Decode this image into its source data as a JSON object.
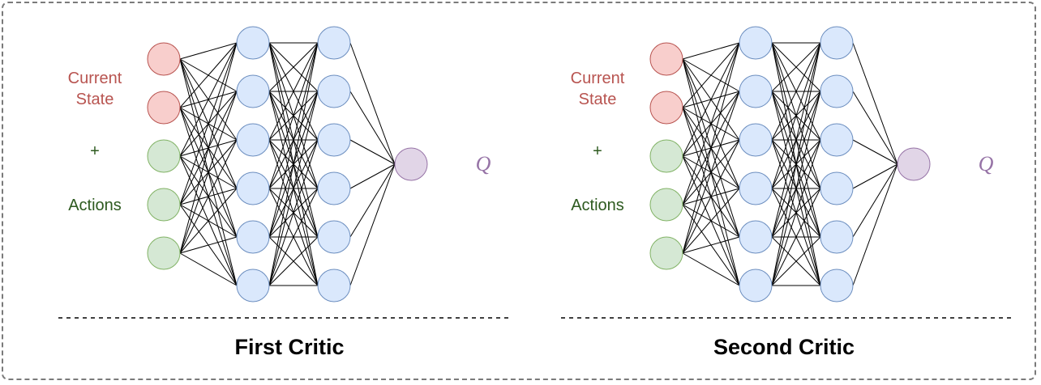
{
  "colors": {
    "state_fill": "#f8cecc",
    "state_stroke": "#b85450",
    "action_fill": "#d5e8d4",
    "action_stroke": "#82b366",
    "hidden_fill": "#dae8fc",
    "hidden_stroke": "#6c8ebf",
    "output_fill": "#e1d5e7",
    "output_stroke": "#9673a6",
    "state_text": "#b85450",
    "action_text": "#2d5a1f",
    "q_text": "#9673a6"
  },
  "critics": [
    {
      "title": "First Critic",
      "state_label_line1": "Current",
      "state_label_line2": "State",
      "plus": "+",
      "actions_label": "Actions",
      "output_label": "Q",
      "layers": {
        "state_nodes": 2,
        "action_nodes": 3,
        "hidden1_nodes": 6,
        "hidden2_nodes": 6,
        "output_nodes": 1
      }
    },
    {
      "title": "Second Critic",
      "state_label_line1": "Current",
      "state_label_line2": "State",
      "plus": "+",
      "actions_label": "Actions",
      "output_label": "Q",
      "layers": {
        "state_nodes": 2,
        "action_nodes": 3,
        "hidden1_nodes": 6,
        "hidden2_nodes": 6,
        "output_nodes": 1
      }
    }
  ]
}
